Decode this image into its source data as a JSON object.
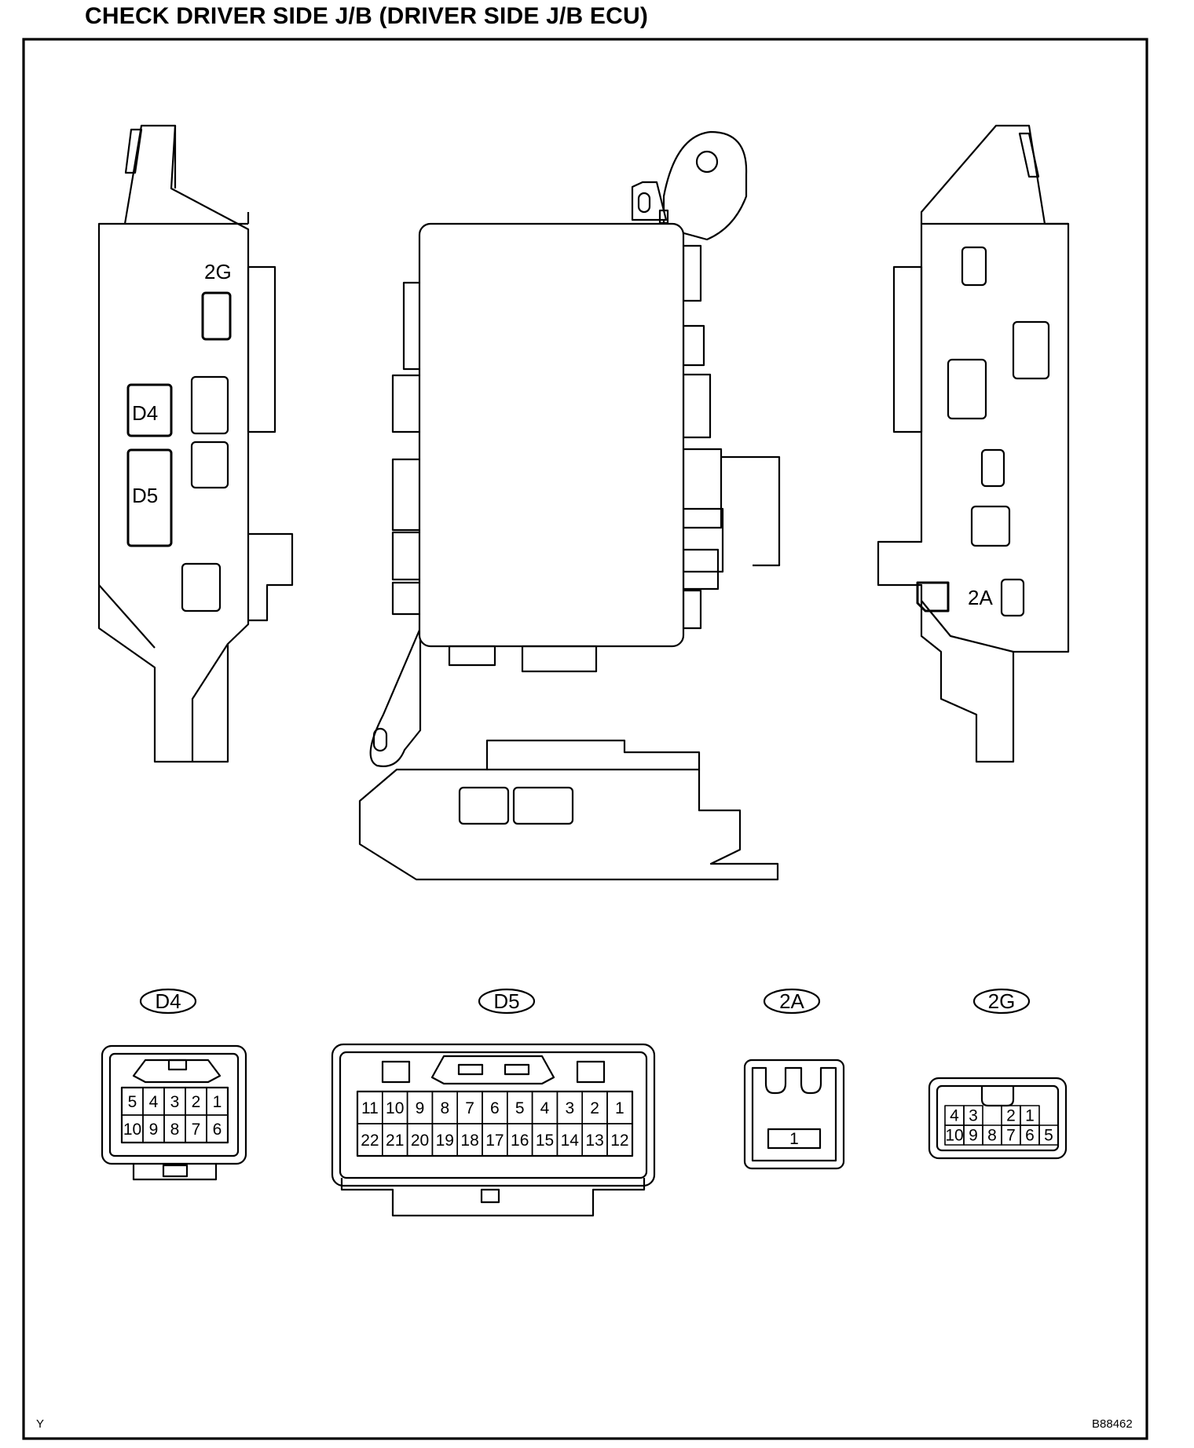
{
  "title": "CHECK DRIVER SIDE J/B (DRIVER SIDE J/B ECU)",
  "figure_code": "B88462",
  "corner_mark": "Y",
  "jb_labels": {
    "left": [
      "2G",
      "D4",
      "D5"
    ],
    "right": [
      "2A"
    ]
  },
  "connectors": [
    {
      "id": "D4",
      "rows": [
        [
          "5",
          "4",
          "3",
          "2",
          "1"
        ],
        [
          "10",
          "9",
          "8",
          "7",
          "6"
        ]
      ]
    },
    {
      "id": "D5",
      "rows": [
        [
          "11",
          "10",
          "9",
          "8",
          "7",
          "6",
          "5",
          "4",
          "3",
          "2",
          "1"
        ],
        [
          "22",
          "21",
          "20",
          "19",
          "18",
          "17",
          "16",
          "15",
          "14",
          "13",
          "12"
        ]
      ]
    },
    {
      "id": "2A",
      "rows": [
        [
          "1"
        ]
      ]
    },
    {
      "id": "2G",
      "rows": [
        [
          "4",
          "3",
          "",
          "2",
          "1"
        ],
        [
          "10",
          "9",
          "8",
          "7",
          "6",
          "5"
        ]
      ]
    }
  ]
}
